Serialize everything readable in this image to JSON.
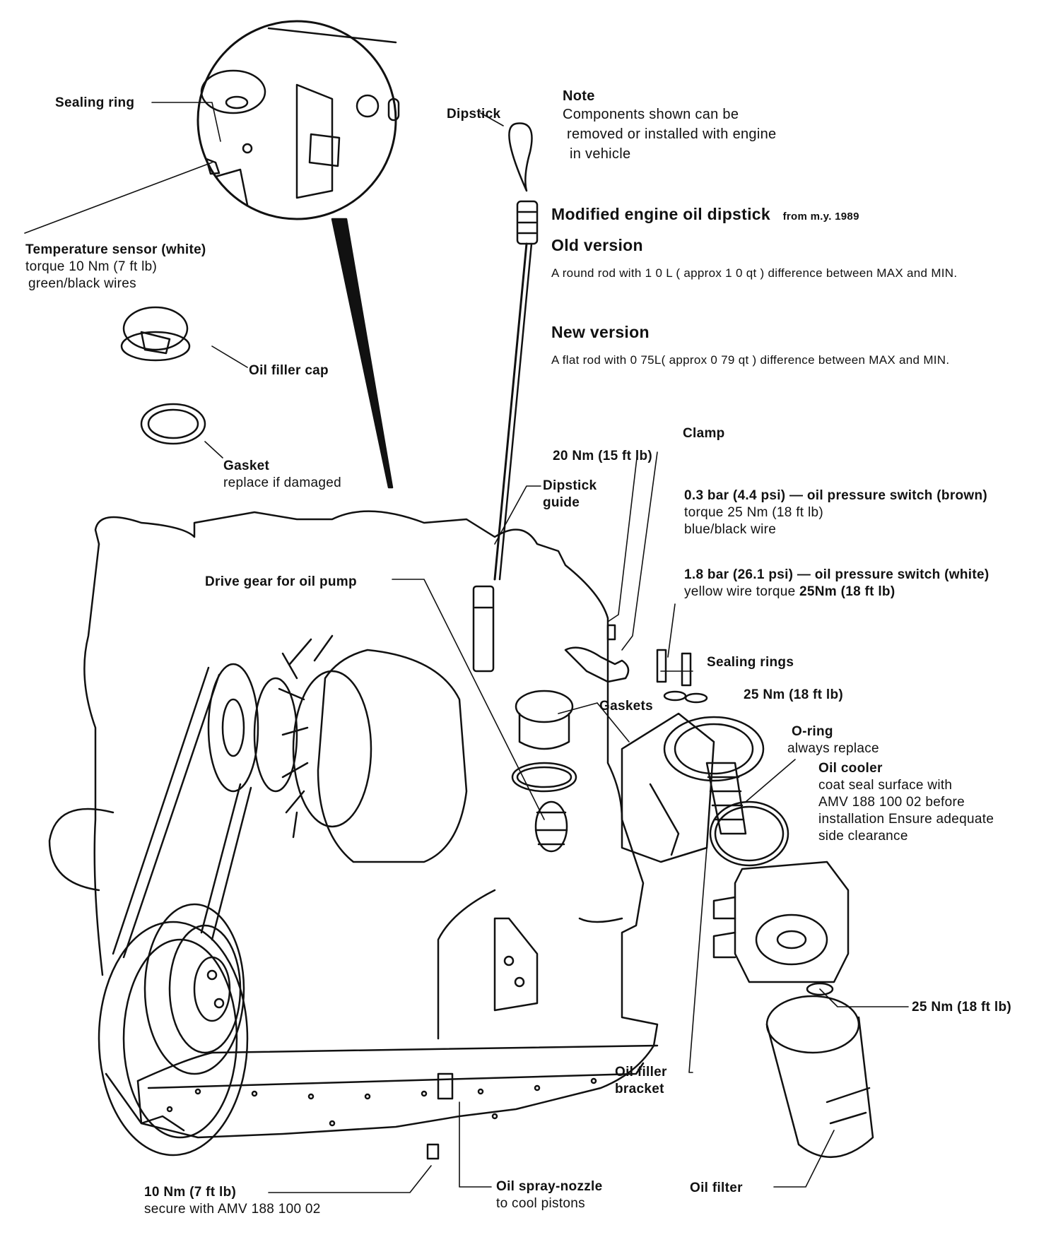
{
  "note": {
    "title": "Note",
    "lines": [
      "Components shown can be",
      "removed or installed with engine",
      "in vehicle"
    ]
  },
  "labels": {
    "sealing_ring": "Sealing ring",
    "dipstick": "Dipstick",
    "temp_sensor": {
      "title": "Temperature sensor (white)",
      "line1": "torque 10 Nm (7 ft lb)",
      "line2": "green/black wires"
    },
    "oil_filler_cap": "Oil filler cap",
    "gasket": {
      "title": "Gasket",
      "line1": "replace if damaged"
    },
    "dipstick_guide": {
      "line1": "Dipstick",
      "line2": "guide"
    },
    "clamp": "Clamp",
    "torque_20nm": "20 Nm (15 ft lb)",
    "switch_brown": {
      "title": "0.3 bar (4.4 psi) — oil pressure switch (brown)",
      "line1": "torque 25 Nm (18 ft lb)",
      "line2": "blue/black wire"
    },
    "switch_white": {
      "title": "1.8 bar (26.1 psi) — oil pressure switch (white)",
      "line1_a": "yellow wire  torque ",
      "line1_b": "25Nm (18 ft lb)"
    },
    "drive_gear": "Drive gear for oil pump",
    "sealing_rings": "Sealing rings",
    "gaskets": "Gaskets",
    "torque_25nm_top": "25 Nm (18 ft lb)",
    "o_ring": {
      "title": "O-ring",
      "line1": "always replace"
    },
    "oil_cooler": {
      "title": "Oil cooler",
      "line1": "coat seal surface with",
      "line2": "AMV 188 100 02 before",
      "line3": "installation  Ensure adequate",
      "line4": "side clearance"
    },
    "torque_25nm_bottom": "25 Nm (18 ft lb)",
    "oil_filler_bracket": {
      "line1": "Oil filler",
      "line2": "bracket"
    },
    "torque_10nm": {
      "title": "10 Nm (7 ft lb)",
      "line1": "secure with  AMV  188  100  02"
    },
    "spray_nozzle": {
      "title": "Oil spray-nozzle",
      "line1": "to cool pistons"
    },
    "oil_filter": "Oil filter"
  },
  "dipstick_info": {
    "heading_main": "Modified engine oil dipstick",
    "heading_sub": "from m.y. 1989",
    "old_title": "Old version",
    "old_text": "A round rod with 1 0 L ( approx 1 0 qt ) difference between MAX and MIN.",
    "new_title": "New version",
    "new_text": "A flat rod with 0 75L( approx 0 79 qt ) difference between MAX and MIN."
  }
}
